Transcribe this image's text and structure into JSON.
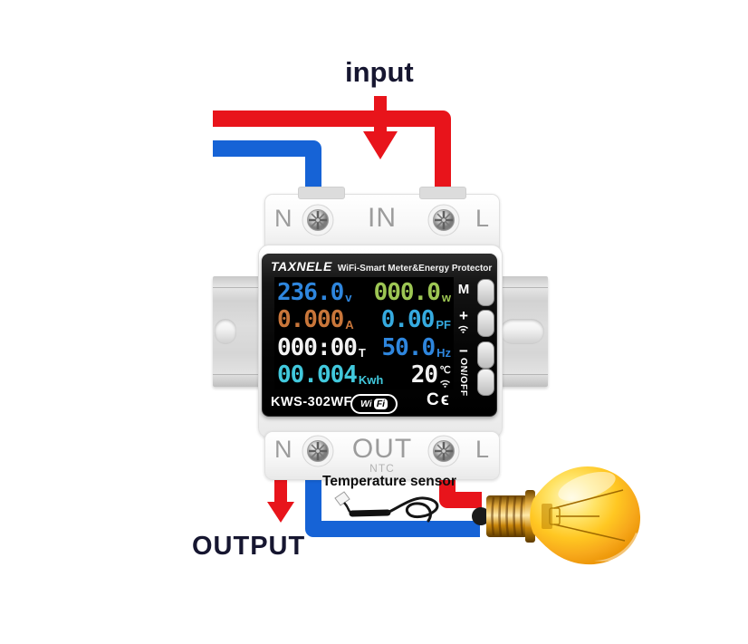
{
  "labels": {
    "input": "input",
    "output": "OUTPUT",
    "temperature_sensor": "Temperature sensor"
  },
  "device": {
    "brand": "TAXNELE",
    "title": "WiFi-Smart Meter&Energy Protector",
    "model": "KWS-302WF",
    "terminals": {
      "top_left": "N",
      "top_center": "IN",
      "top_right": "L",
      "bottom_left": "N",
      "bottom_center": "OUT",
      "bottom_center_sub": "NTC",
      "bottom_right": "L"
    },
    "lcd": {
      "voltage_value": "236.0",
      "voltage_unit": "v",
      "power_value": "000.0",
      "power_unit": "w",
      "current_value": "0.000",
      "current_unit": "A",
      "pf_value": "0.00",
      "pf_unit": "PF",
      "time_value": "000:00",
      "time_unit": "T",
      "freq_value": "50.0",
      "freq_unit": "Hz",
      "energy_value": "00.004",
      "energy_unit": "Kwh",
      "temp_value": "20",
      "temp_unit": "℃"
    },
    "buttons": {
      "b1": "M",
      "b2": "+",
      "b3": "−",
      "b4": "ON/OFF"
    },
    "marks": {
      "wifi_wi": "Wi",
      "wifi_fi": "Fi",
      "ce": "Cϵ"
    }
  },
  "colors": {
    "wire_red": "#e8141b",
    "wire_blue": "#1663d6",
    "lcd_blue": "#2e86de",
    "lcd_green": "#9dc653",
    "lcd_orange": "#c9763a",
    "lcd_cyan": "#35aadf",
    "lcd_teal": "#41c8dc",
    "lcd_white": "#f2f2f2",
    "label_navy": "#161630"
  }
}
